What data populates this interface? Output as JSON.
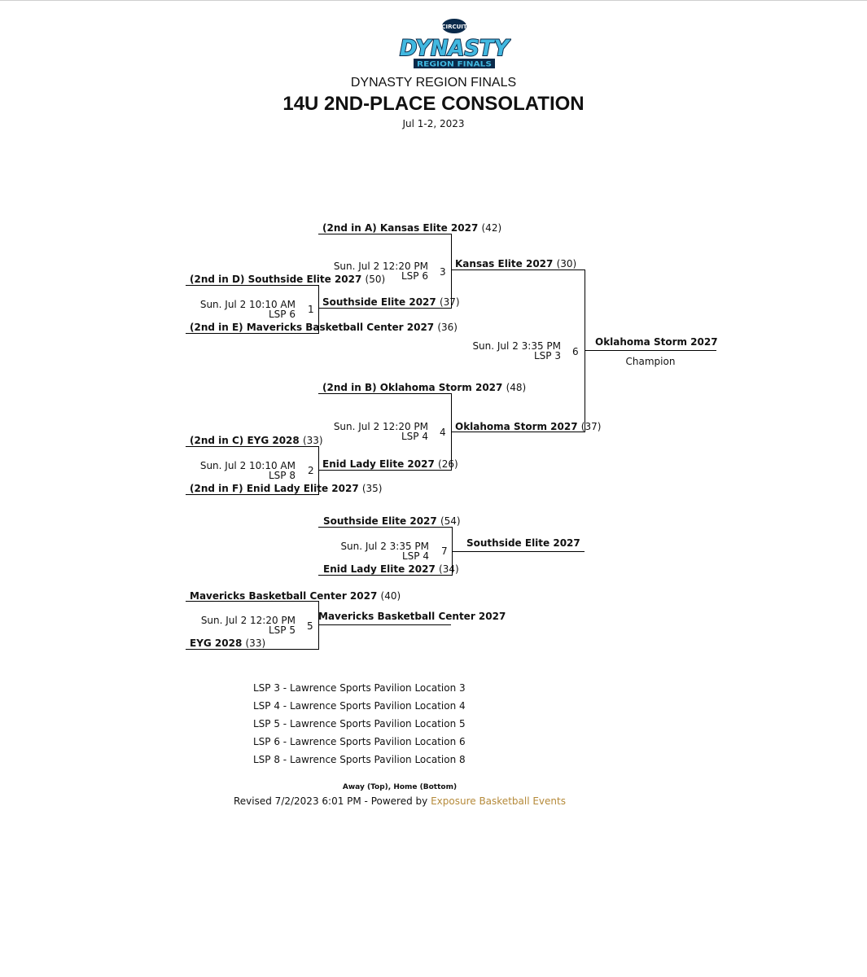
{
  "header": {
    "logo": {
      "badge": "CIRCUIT",
      "word": "DYNASTY",
      "sub": "REGION FINALS",
      "main_color": "#41b8e0",
      "dark_color": "#0b2a4a"
    },
    "event": "DYNASTY REGION FINALS",
    "title": "14U 2ND-PLACE CONSOLATION",
    "dates": "Jul 1-2, 2023"
  },
  "games": [
    {
      "id": "1",
      "date": "Sun. Jul 2 10:10 AM",
      "loc": "LSP 6",
      "top": {
        "name": "(2nd in D) Southside Elite 2027",
        "score": "(50)"
      },
      "bottom": {
        "name": "(2nd in E) Mavericks Basketball Center 2027",
        "score": "(36)"
      }
    },
    {
      "id": "2",
      "date": "Sun. Jul 2 10:10 AM",
      "loc": "LSP 8",
      "top": {
        "name": "(2nd in C) EYG 2028",
        "score": "(33)"
      },
      "bottom": {
        "name": "(2nd in F) Enid Lady Elite 2027",
        "score": "(35)"
      }
    },
    {
      "id": "3",
      "date": "Sun. Jul 2 12:20 PM",
      "loc": "LSP 6",
      "top": {
        "name": "(2nd in A) Kansas Elite 2027",
        "score": "(42)"
      },
      "bottom": {
        "name": "Southside Elite 2027",
        "score": "(37)"
      }
    },
    {
      "id": "4",
      "date": "Sun. Jul 2 12:20 PM",
      "loc": "LSP 4",
      "top": {
        "name": "(2nd in B) Oklahoma Storm 2027",
        "score": "(48)"
      },
      "bottom": {
        "name": "Enid Lady Elite 2027",
        "score": "(26)"
      }
    },
    {
      "id": "6",
      "date": "Sun. Jul 2 3:35 PM",
      "loc": "LSP 3",
      "top": {
        "name": "Kansas Elite 2027",
        "score": "(30)"
      },
      "bottom": {
        "name": "Oklahoma Storm 2027",
        "score": "(37)"
      },
      "winner": "Oklahoma Storm 2027",
      "winner_label": "Champion"
    },
    {
      "id": "7",
      "date": "Sun. Jul 2 3:35 PM",
      "loc": "LSP 4",
      "top": {
        "name": "Southside Elite 2027",
        "score": "(54)"
      },
      "bottom": {
        "name": "Enid Lady Elite 2027",
        "score": "(34)"
      },
      "winner": "Southside Elite 2027"
    },
    {
      "id": "5",
      "date": "Sun. Jul 2 12:20 PM",
      "loc": "LSP 5",
      "top": {
        "name": "Mavericks Basketball Center 2027",
        "score": "(40)"
      },
      "bottom": {
        "name": "EYG 2028",
        "score": "(33)"
      },
      "winner": "Mavericks Basketball Center 2027"
    }
  ],
  "legend": [
    "LSP 3 - Lawrence Sports Pavilion Location 3",
    "LSP 4 - Lawrence Sports Pavilion Location 4",
    "LSP 5 - Lawrence Sports Pavilion Location 5",
    "LSP 6 - Lawrence Sports Pavilion Location 6",
    "LSP 8 - Lawrence Sports Pavilion Location 8"
  ],
  "footer": {
    "note": "Away (Top), Home (Bottom)",
    "revised": "Revised 7/2/2023 6:01 PM - Powered by ",
    "link": "Exposure Basketball Events",
    "link_color": "#b58a3a"
  }
}
